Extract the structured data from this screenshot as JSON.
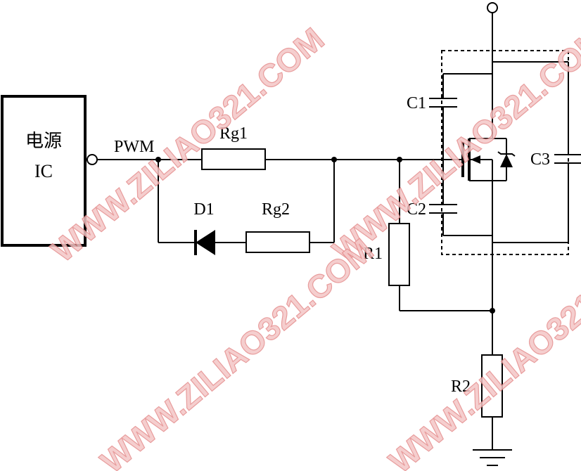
{
  "ic_block": {
    "line1": "电源",
    "line2": "IC"
  },
  "labels": {
    "pwm": "PWM",
    "rg1": "Rg1",
    "rg2": "Rg2",
    "d1": "D1",
    "r1": "R1",
    "r2": "R2",
    "c1": "C1",
    "c2": "C2",
    "c3": "C3"
  },
  "watermark": "WWW.ZILIAO321.COM"
}
